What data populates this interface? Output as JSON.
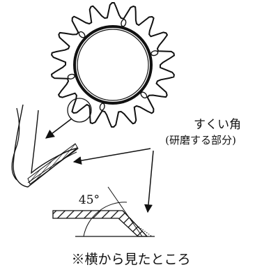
{
  "labels": {
    "rake_angle": "すくい角",
    "ground_part": "(研磨する部分)",
    "angle": "45°",
    "side_view_note": "※横から見たところ"
  }
}
